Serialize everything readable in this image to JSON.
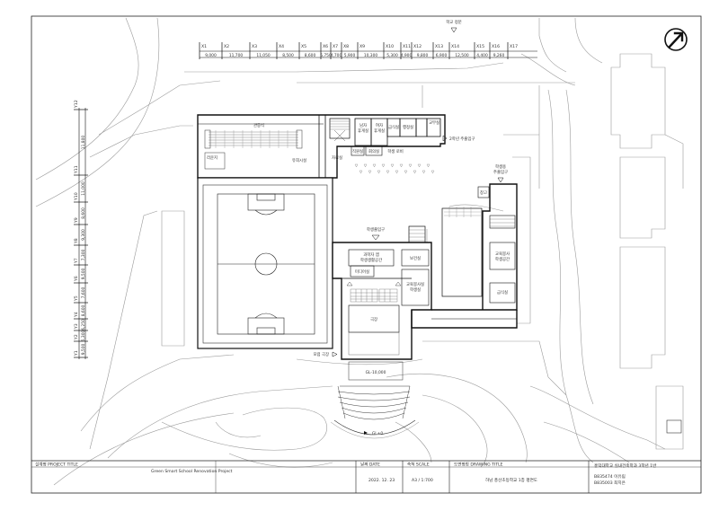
{
  "plan": {
    "entrances": {
      "main_gate": "학교 정문",
      "grade2_entrance": "2학년 주출입구",
      "student_main_entrance": [
        "학생용",
        "주출입구"
      ],
      "student_entrance": "학생출입구",
      "hall_entrance": "포럼 극장"
    },
    "rooms": {
      "auditorium": "관중석",
      "stand": "유희시설",
      "lounge_left": "라운지",
      "room_a": [
        "남자",
        "휴게실"
      ],
      "room_b": [
        "여자",
        "휴게실"
      ],
      "room_c": "급식실",
      "room_d": "행정실",
      "room_e": "교무실",
      "room_f": "직원실",
      "room_g": "회의실",
      "room_h": "학생 로비",
      "room_i": "자료실",
      "maker_lounge": [
        "과학자 앱",
        "학생생활공간"
      ],
      "media": "미디어실",
      "room_j": "보건실",
      "room_k": [
        "교육봉사실",
        "학생실"
      ],
      "stage": "극장",
      "room_l": [
        "교육봉사",
        "학생공간"
      ],
      "room_m": "급식실",
      "room_n": "창고"
    },
    "levels": {
      "gl": "GL-10,000",
      "court": "GL±0"
    },
    "grid_x": {
      "labels": [
        "X1",
        "X2",
        "X3",
        "X4",
        "X5",
        "X6",
        "X7",
        "X8",
        "X9",
        "X10",
        "X11",
        "X12",
        "X13",
        "X14",
        "X15",
        "X16",
        "X17"
      ],
      "dims": [
        "9,000",
        "11,700",
        "11,050",
        "8,500",
        "8,600",
        "5,750",
        "4,700",
        "5,900",
        "10,300",
        "5,300",
        "4,900",
        "9,800",
        "6,900",
        "12,500",
        "4,400",
        "9,260"
      ]
    },
    "grid_y": {
      "labels": [
        "Y1",
        "Y2",
        "Y3",
        "Y4",
        "Y5",
        "Y6",
        "Y7",
        "Y8",
        "Y9",
        "Y10",
        "Y11",
        "Y12"
      ],
      "dims": [
        "9,500",
        "5,300",
        "6,250",
        "8,600",
        "7,600",
        "9,500",
        "7,300",
        "9,300",
        "8,600",
        "11,000",
        "11,800"
      ]
    }
  },
  "title_block": {
    "project_label": "설계명 PROJECT TITLE",
    "project_name": "Green Smart School Renovation Project",
    "date_label": "날짜 DATE",
    "date_value": "2022. 12. 23",
    "scale_label": "축척 SCALE",
    "scale_value": "A3 / 1:700",
    "drawing_label": "도면명칭 DRAWING TITLE",
    "drawing_name": "하남 풍산초등학교 1층 평면도",
    "org": "홍익대학교 실내건축학과 3학년 1반",
    "student1": "B835474 이유림",
    "student2": "B835003 최지은"
  }
}
